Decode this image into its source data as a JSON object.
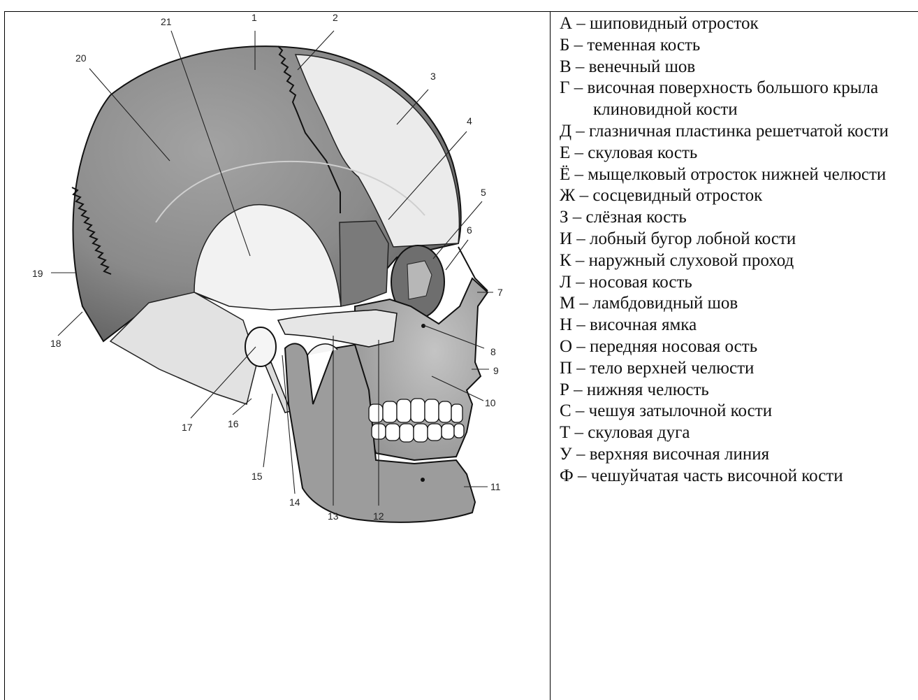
{
  "figure": {
    "callout_numbers": [
      "1",
      "2",
      "3",
      "4",
      "5",
      "6",
      "7",
      "8",
      "9",
      "10",
      "11",
      "12",
      "13",
      "14",
      "15",
      "16",
      "17",
      "18",
      "19",
      "20",
      "21"
    ]
  },
  "legend": {
    "items": [
      "А – шиповидный отросток",
      "Б – теменная кость",
      "В – венечный шов",
      "Г – височная поверхность большого крыла клиновидной кости",
      "Д – глазничная пластинка решетчатой кости",
      "Е – скуловая кость",
      "Ё – мыщелковый отросток нижней челюсти",
      "Ж – сосцевидный отросток",
      "З – слёзная кость",
      "И – лобный бугор лобной кости",
      "К – наружный слуховой проход",
      "Л – носовая кость",
      "М – ламбдовидный шов",
      "Н – височная ямка",
      "О – передняя носовая ость",
      "П – тело верхней челюсти",
      "Р – нижняя челюсть",
      "С – чешуя затылочной кости",
      "Т – скуловая дуга",
      "У – верхняя височная линия",
      "Ф – чешуйчатая часть височной кости"
    ]
  },
  "colors": {
    "line": "#000000",
    "bone_dark": "#7f7f7f",
    "bone_mid": "#a9a9a9",
    "bone_light": "#ececec"
  }
}
